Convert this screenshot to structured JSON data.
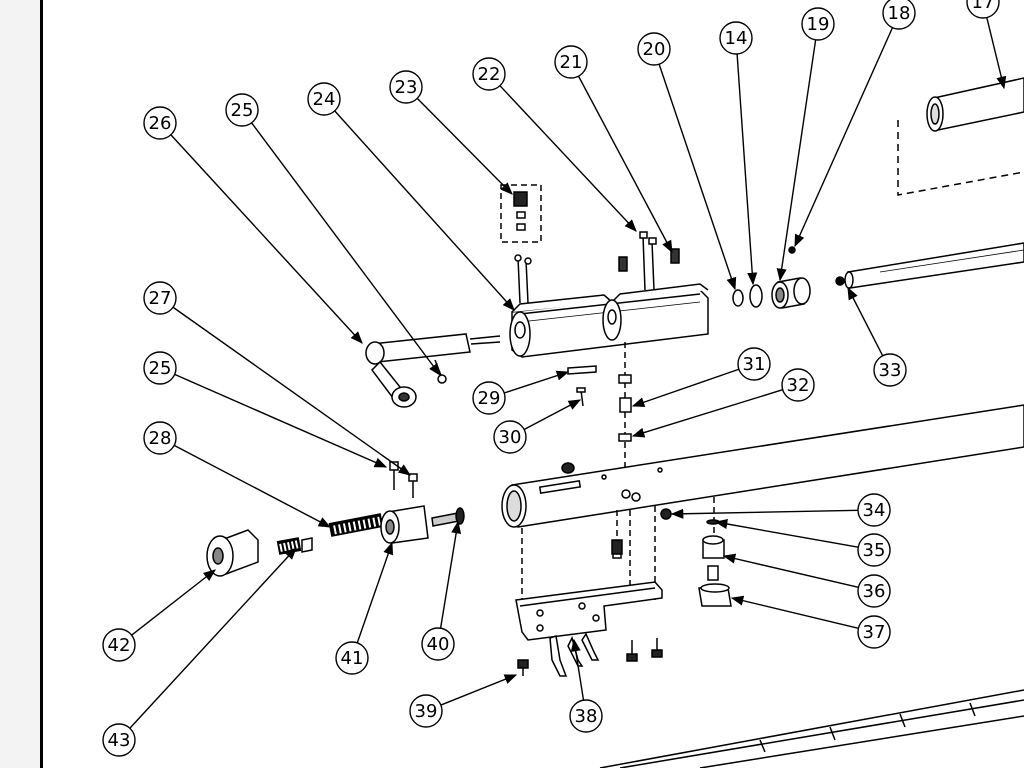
{
  "colors": {
    "ink": "#000000",
    "paper": "#ffffff",
    "margin": "#f3f3f3",
    "shade": "#888888",
    "light": "#dcdcdc"
  },
  "callouts": [
    {
      "id": "c17",
      "number": "17"
    },
    {
      "id": "c18",
      "number": "18"
    },
    {
      "id": "c19",
      "number": "19"
    },
    {
      "id": "c14",
      "number": "14"
    },
    {
      "id": "c20",
      "number": "20"
    },
    {
      "id": "c21",
      "number": "21"
    },
    {
      "id": "c22",
      "number": "22"
    },
    {
      "id": "c23",
      "number": "23"
    },
    {
      "id": "c24",
      "number": "24"
    },
    {
      "id": "c25a",
      "number": "25"
    },
    {
      "id": "c26",
      "number": "26"
    },
    {
      "id": "c27",
      "number": "27"
    },
    {
      "id": "c25b",
      "number": "25"
    },
    {
      "id": "c28",
      "number": "28"
    },
    {
      "id": "c29",
      "number": "29"
    },
    {
      "id": "c30",
      "number": "30"
    },
    {
      "id": "c31",
      "number": "31"
    },
    {
      "id": "c32",
      "number": "32"
    },
    {
      "id": "c33",
      "number": "33"
    },
    {
      "id": "c34",
      "number": "34"
    },
    {
      "id": "c35",
      "number": "35"
    },
    {
      "id": "c36",
      "number": "36"
    },
    {
      "id": "c37",
      "number": "37"
    },
    {
      "id": "c38",
      "number": "38"
    },
    {
      "id": "c39",
      "number": "39"
    },
    {
      "id": "c40",
      "number": "40"
    },
    {
      "id": "c41",
      "number": "41"
    },
    {
      "id": "c42",
      "number": "42"
    },
    {
      "id": "c43",
      "number": "43"
    }
  ]
}
